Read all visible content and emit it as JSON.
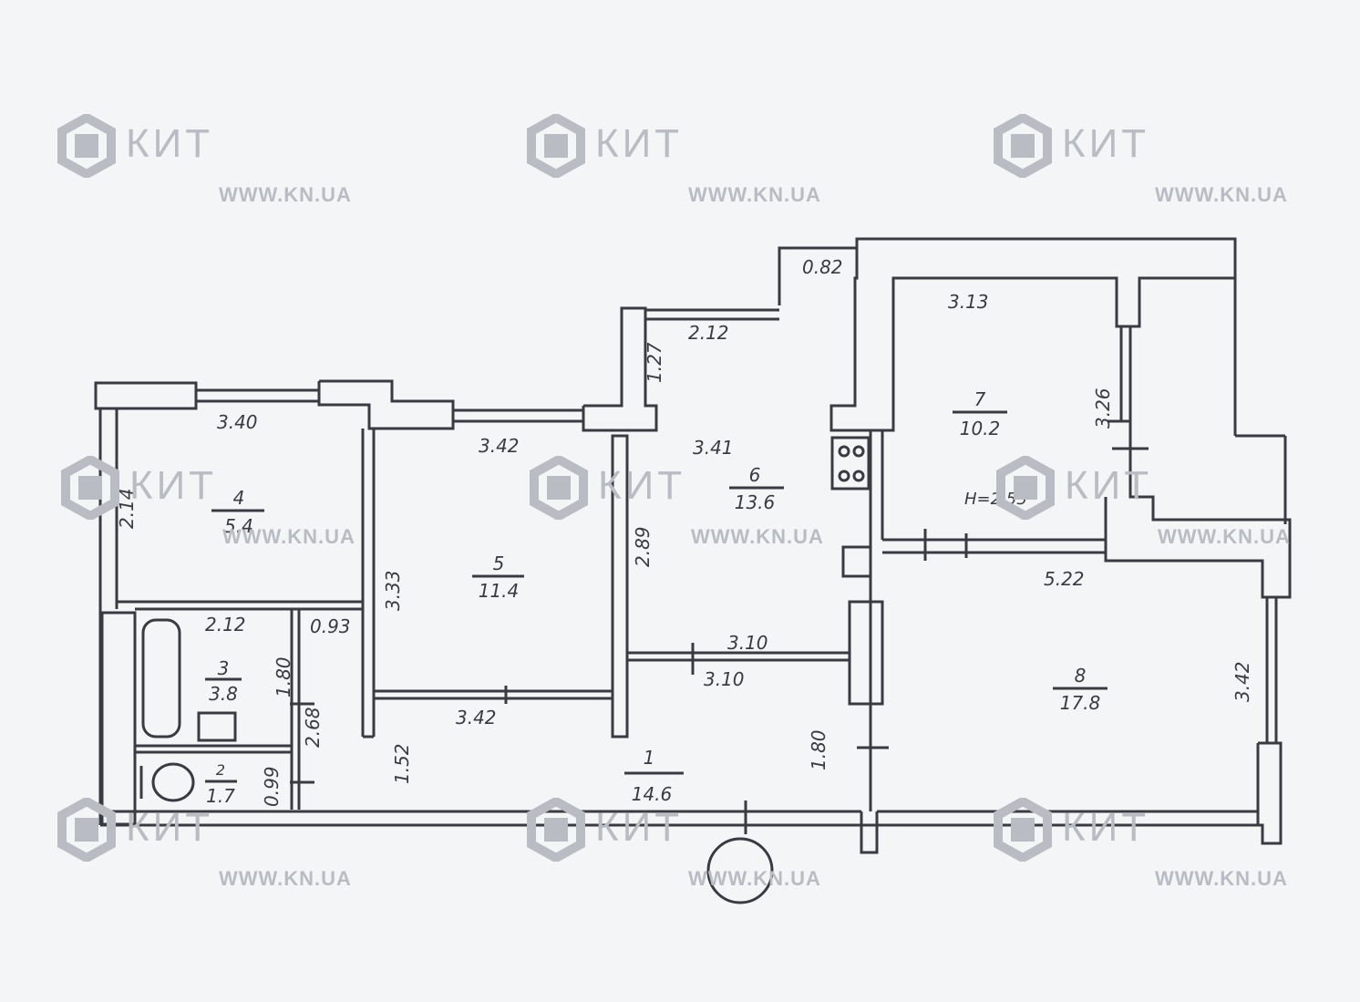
{
  "plan": {
    "rooms": [
      {
        "id": "1",
        "area": "14.6"
      },
      {
        "id": "2",
        "area": "1.7"
      },
      {
        "id": "3",
        "area": "3.8"
      },
      {
        "id": "4",
        "area": "5.4"
      },
      {
        "id": "5",
        "area": "11.4"
      },
      {
        "id": "6",
        "area": "13.6"
      },
      {
        "id": "7",
        "area": "10.2"
      },
      {
        "id": "8",
        "area": "17.8"
      }
    ],
    "dimensions": [
      "3.40",
      "3.42",
      "2.12",
      "0.82",
      "1.27",
      "3.41",
      "3.13",
      "3.26",
      "2.14",
      "3.33",
      "2.89",
      "5.22",
      "2.12",
      "0.93",
      "1.80",
      "2.68",
      "3.10",
      "3.10",
      "3.42",
      "1.52",
      "1.80",
      "0.99",
      "3.42"
    ],
    "height_label": "H=2.55"
  },
  "watermark": {
    "brand": "КИТ",
    "url": "WWW.KN.UA",
    "color": "#b9bcc2"
  },
  "colors": {
    "line": "#3a3a42",
    "background": "#f4f5f7"
  }
}
